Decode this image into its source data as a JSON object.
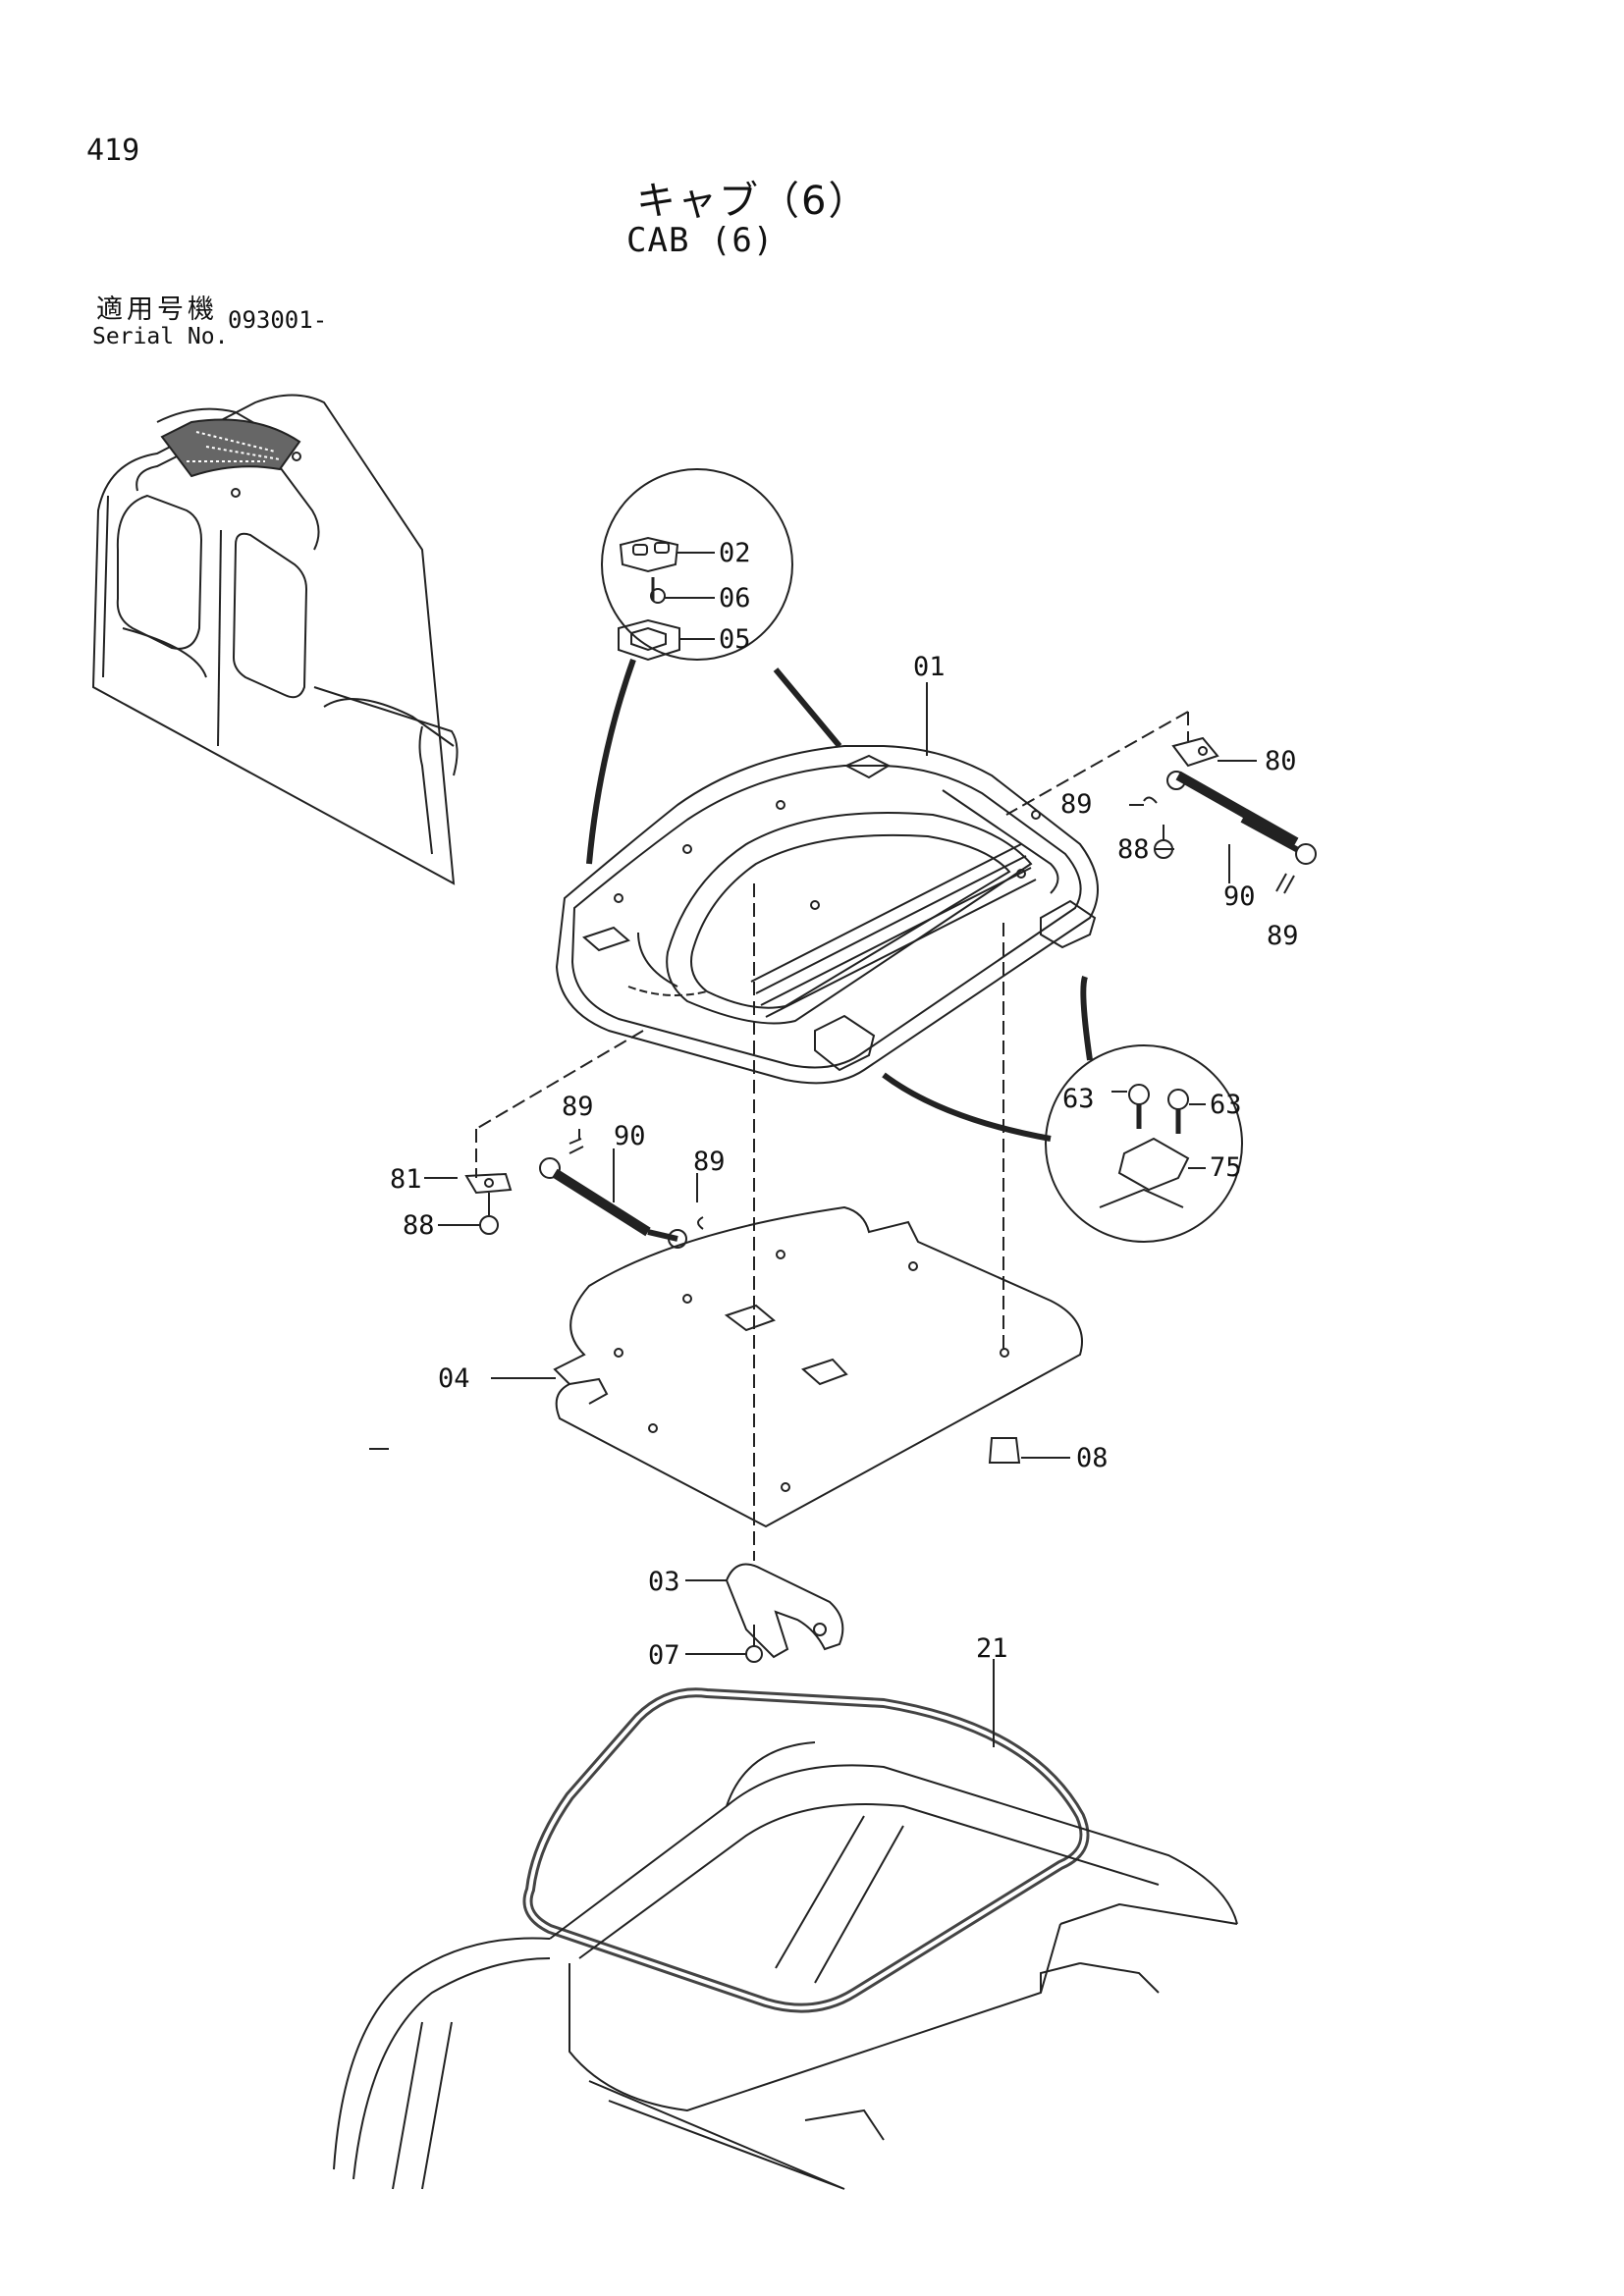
{
  "header": {
    "page_number": "419",
    "title_jp": "キャブ（6）",
    "title_en": "CAB (6)",
    "serial_label_jp": "適用号機",
    "serial_label_en": "Serial No.",
    "serial_value": "093001-"
  },
  "callouts": {
    "c01": "01",
    "c02": "02",
    "c03": "03",
    "c04": "04",
    "c05": "05",
    "c06": "06",
    "c07": "07",
    "c08": "08",
    "c21": "21",
    "c63a": "63",
    "c63b": "63",
    "c75": "75",
    "c80": "80",
    "c81": "81",
    "c88a": "88",
    "c88b": "88",
    "c89a": "89",
    "c89b": "89",
    "c89c": "89",
    "c89d": "89",
    "c90a": "90",
    "c90b": "90"
  }
}
